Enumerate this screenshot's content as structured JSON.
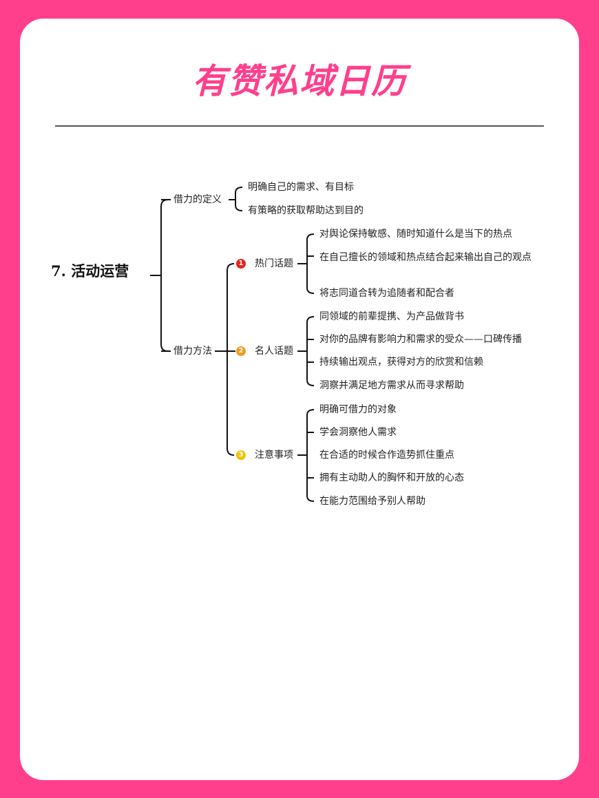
{
  "header": {
    "title": "有赞私域日历"
  },
  "mindmap": {
    "root": "7. 活动运营",
    "branch1": {
      "label": "借力的定义",
      "leaves": [
        "明确自己的需求、有目标",
        "有策略的获取帮助达到目的"
      ]
    },
    "branch2": {
      "label": "借力方法",
      "subs": [
        {
          "badge": "1",
          "label": "热门话题",
          "leaves": [
            "对舆论保持敏感、随时知道什么是当下的热点",
            "在自己擅长的领域和热点结合起来输出自己的观点",
            "将志同道合转为追随者和配合者"
          ]
        },
        {
          "badge": "2",
          "label": "名人话题",
          "leaves": [
            "同领域的前辈提携、为产品做背书",
            "对你的品牌有影响力和需求的受众——口碑传播",
            "持续输出观点，获得对方的欣赏和信赖",
            "洞察并满足地方需求从而寻求帮助"
          ]
        },
        {
          "badge": "3",
          "label": "注意事项",
          "leaves": [
            "明确可借力的对象",
            "学会洞察他人需求",
            "在合适的时候合作造势抓住重点",
            "拥有主动助人的胸怀和开放的心态",
            "在能力范围给予别人帮助"
          ]
        }
      ]
    }
  },
  "colors": {
    "background": "#ff3f8c",
    "title": "#ff3f8c",
    "badge1": "#e8221b",
    "badge2": "#f39a1e",
    "badge3": "#f2c100"
  }
}
